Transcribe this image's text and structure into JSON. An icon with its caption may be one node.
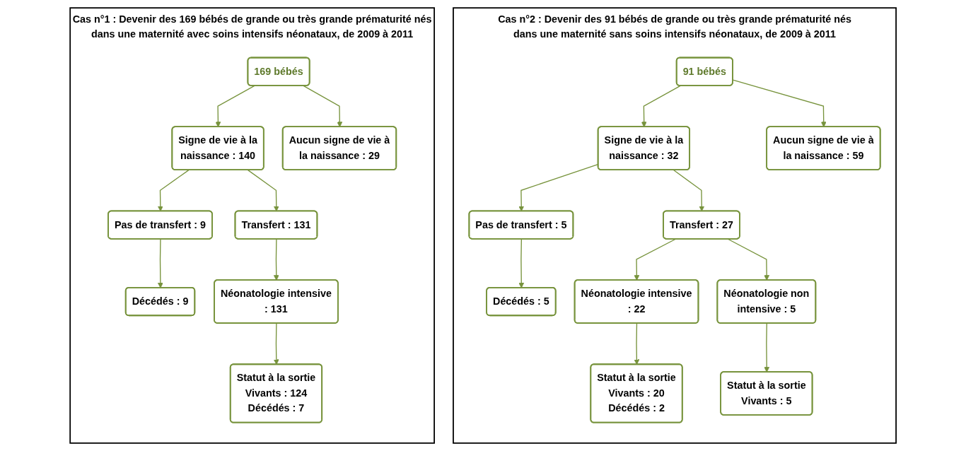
{
  "diagram": {
    "nodes": [
      {
        "text": [
          "Cas n°1 : Devenir des 169 bébés de grande ou très grande prématurité nés dans une maternité avec soins intensifs néonataux, de 2009 à 2011"
        ]
      },
      {
        "text": [
          "169 bébés"
        ],
        "in": 0
      },
      {
        "text": [
          "Signe de vie à la naissance : 140"
        ],
        "in": 0
      },
      {
        "text": [
          "Aucun signe de vie à la naissance : 29"
        ],
        "in": 0
      },
      {
        "text": [
          "Pas de transfert : 9"
        ],
        "in": 0
      },
      {
        "text": [
          "Transfert : 131"
        ],
        "in": 0
      },
      {
        "text": [
          "Décédés : 9"
        ],
        "in": 0
      },
      {
        "text": [
          "Néonatologie intensive : 131"
        ],
        "in": 0
      },
      {
        "text": [
          "Statut à la sortie",
          "Vivants : 124",
          "Décédés : 7"
        ],
        "in": 0
      },
      {
        "text": [
          "Cas n°2 : Devenir des 91 bébés de grande ou très grande prématurité nés dans une maternité sans soins intensifs néonataux, de 2009 à 2011"
        ]
      },
      {
        "text": [
          "91 bébés"
        ],
        "in": 9
      },
      {
        "text": [
          "Signe de vie à la naissance : 32"
        ],
        "in": 9
      },
      {
        "text": [
          "Aucun signe de vie à la naissance : 59"
        ],
        "in": 9
      },
      {
        "text": [
          "Pas de transfert : 5"
        ],
        "in": 9
      },
      {
        "text": [
          "Transfert : 27"
        ],
        "in": 9
      },
      {
        "text": [
          "Décédés : 5"
        ],
        "in": 9
      },
      {
        "text": [
          "Néonatologie intensive : 22"
        ],
        "in": 9
      },
      {
        "text": [
          "Néonatologie non intensive : 5"
        ],
        "in": 9
      },
      {
        "text": [
          "Statut à la sortie",
          "Vivants : 20",
          "Décédés : 2"
        ],
        "in": 9
      },
      {
        "text": [
          "Statut à la sortie",
          "Vivants : 5"
        ],
        "in": 9
      }
    ],
    "edges": [
      {
        "from": 1,
        "to": 2,
        "arrow": "to"
      },
      {
        "from": 1,
        "to": 3,
        "arrow": "to"
      },
      {
        "from": 2,
        "to": 4,
        "arrow": "to"
      },
      {
        "from": 2,
        "to": 5,
        "arrow": "to"
      },
      {
        "from": 4,
        "to": 6,
        "arrow": "to"
      },
      {
        "from": 5,
        "to": 7,
        "arrow": "to"
      },
      {
        "from": 7,
        "to": 8,
        "arrow": "to"
      },
      {
        "from": 10,
        "to": 11,
        "arrow": "to"
      },
      {
        "from": 10,
        "to": 12,
        "arrow": "to"
      },
      {
        "from": 11,
        "to": 13,
        "arrow": "to"
      },
      {
        "from": 11,
        "to": 14,
        "arrow": "to"
      },
      {
        "from": 13,
        "to": 15,
        "arrow": "to"
      },
      {
        "from": 14,
        "to": 16,
        "arrow": "to"
      },
      {
        "from": 14,
        "to": 17,
        "arrow": "to"
      },
      {
        "from": 16,
        "to": 18,
        "arrow": "to"
      },
      {
        "from": 17,
        "to": 19,
        "arrow": "to"
      }
    ]
  }
}
